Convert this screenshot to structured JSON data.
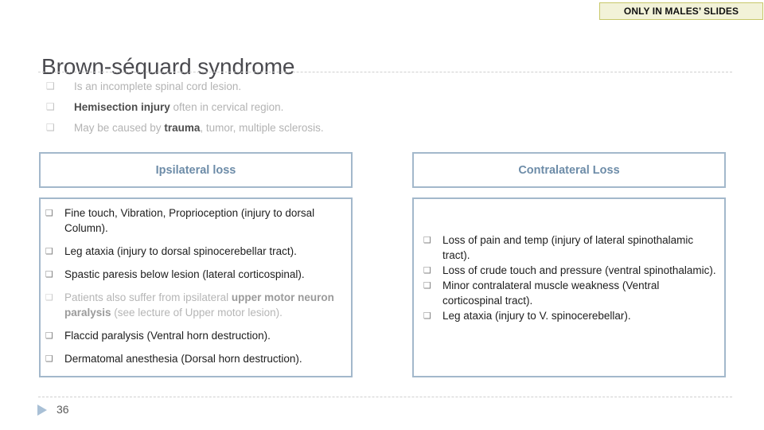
{
  "banner": {
    "label": "ONLY IN MALES’ SLIDES",
    "bg": "#f2f2d8",
    "border": "#c8c86a"
  },
  "title": "Brown-séquard syndrome",
  "bullet_glyph": "❑",
  "intro": [
    {
      "text": "Is an incomplete spinal cord lesion."
    },
    {
      "bold_lead": "Hemisection injury",
      "text": " often in cervical region."
    },
    {
      "pre": "May be caused by ",
      "bold_mid": "trauma",
      "post": ", tumor, multiple sclerosis."
    }
  ],
  "columns": {
    "left": {
      "header": "Ipsilateral loss",
      "items": [
        {
          "text": "Fine touch, Vibration, Proprioception (injury to dorsal Column).",
          "muted": false
        },
        {
          "text": "Leg ataxia (injury to dorsal spinocerebellar tract).",
          "muted": false
        },
        {
          "text": "Spastic paresis below lesion (lateral corticospinal).",
          "muted": false
        },
        {
          "pre": "Patients also suffer from ipsilateral ",
          "bold_mid": "upper motor neuron paralysis",
          "post": " (see lecture of Upper motor lesion).",
          "muted": true
        },
        {
          "text": "Flaccid paralysis (Ventral horn destruction).",
          "muted": false
        },
        {
          "text": "Dermatomal anesthesia (Dorsal horn destruction).",
          "muted": false
        }
      ]
    },
    "right": {
      "header": "Contralateral Loss",
      "items": [
        {
          "text": "Loss of pain and temp (injury of lateral spinothalamic tract).",
          "muted": false
        },
        {
          "text": "Loss of crude touch and pressure (ventral spinothalamic).",
          "muted": false
        },
        {
          "text": "Minor contralateral muscle weakness (Ventral corticospinal tract).",
          "muted": false
        },
        {
          "text": "Leg ataxia (injury to V. spinocerebellar).",
          "muted": false
        }
      ]
    }
  },
  "footer": {
    "page_number": "36",
    "nav_icon": "play-triangle-icon"
  },
  "colors": {
    "box_border": "#a3b8cb",
    "header_text": "#6d8ca8",
    "title_text": "#4a4a4f",
    "muted_text": "#b3b3b3"
  }
}
